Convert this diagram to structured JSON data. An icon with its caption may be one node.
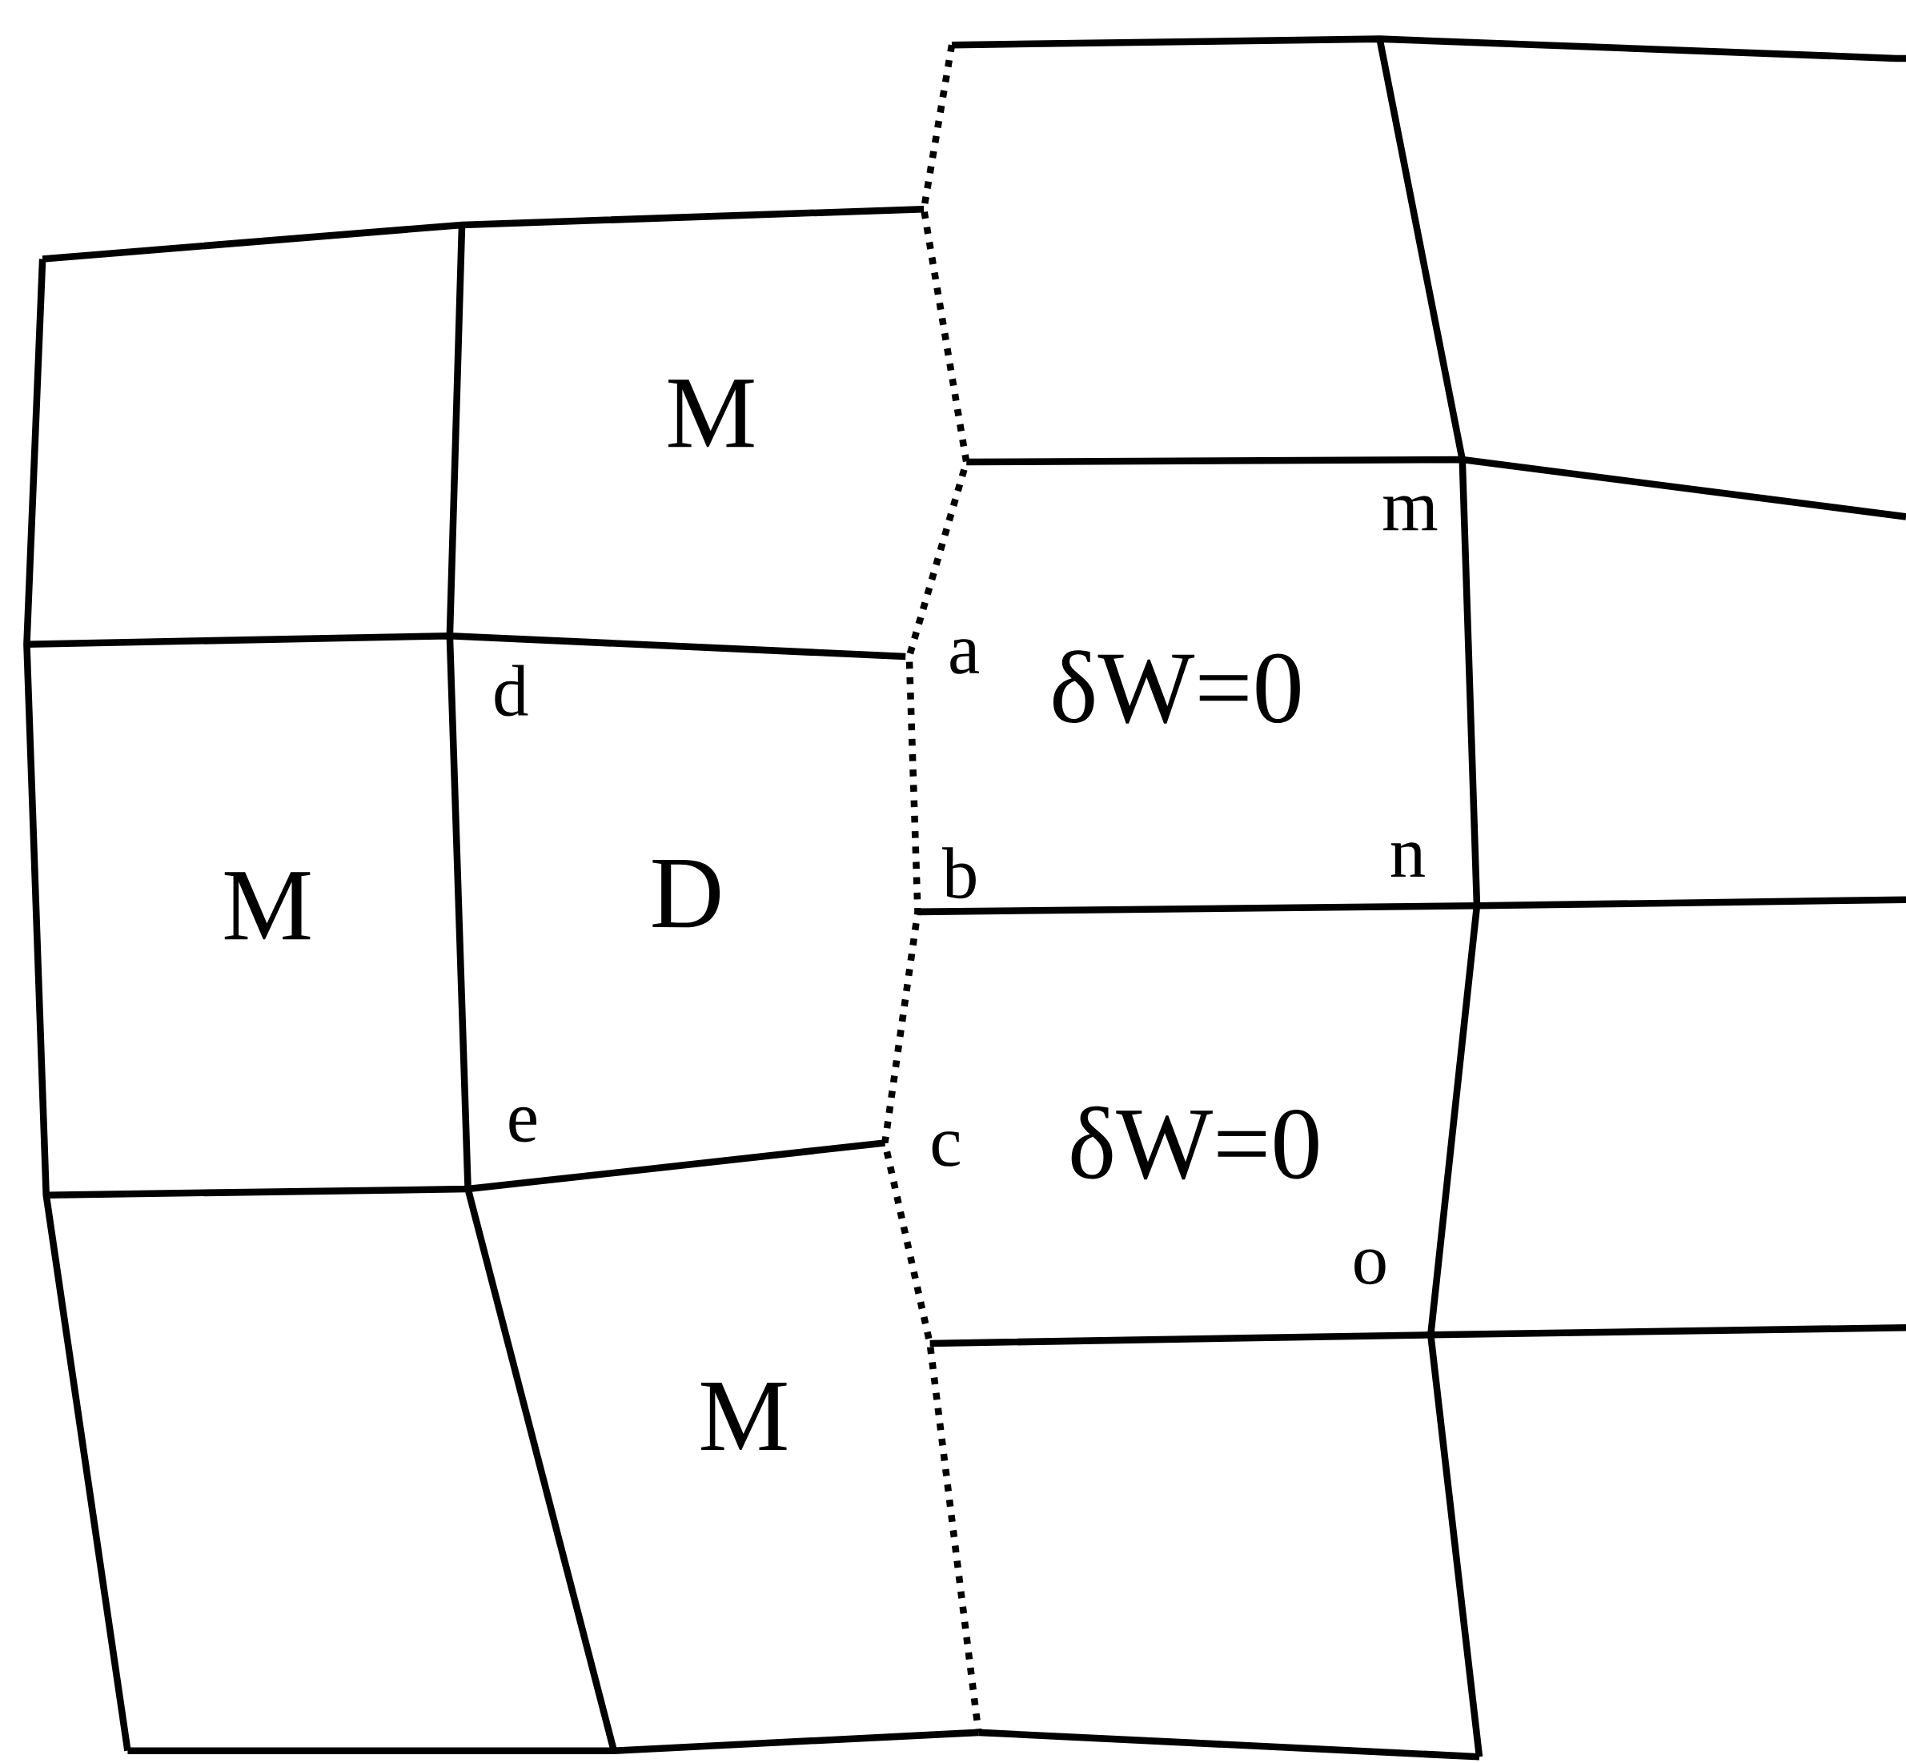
{
  "diagram": {
    "labels": [
      "M",
      "m",
      "a",
      "d",
      "δW=0",
      "n",
      "b",
      "M",
      "D",
      "e",
      "c",
      "δW=0",
      "o",
      "M"
    ]
  }
}
